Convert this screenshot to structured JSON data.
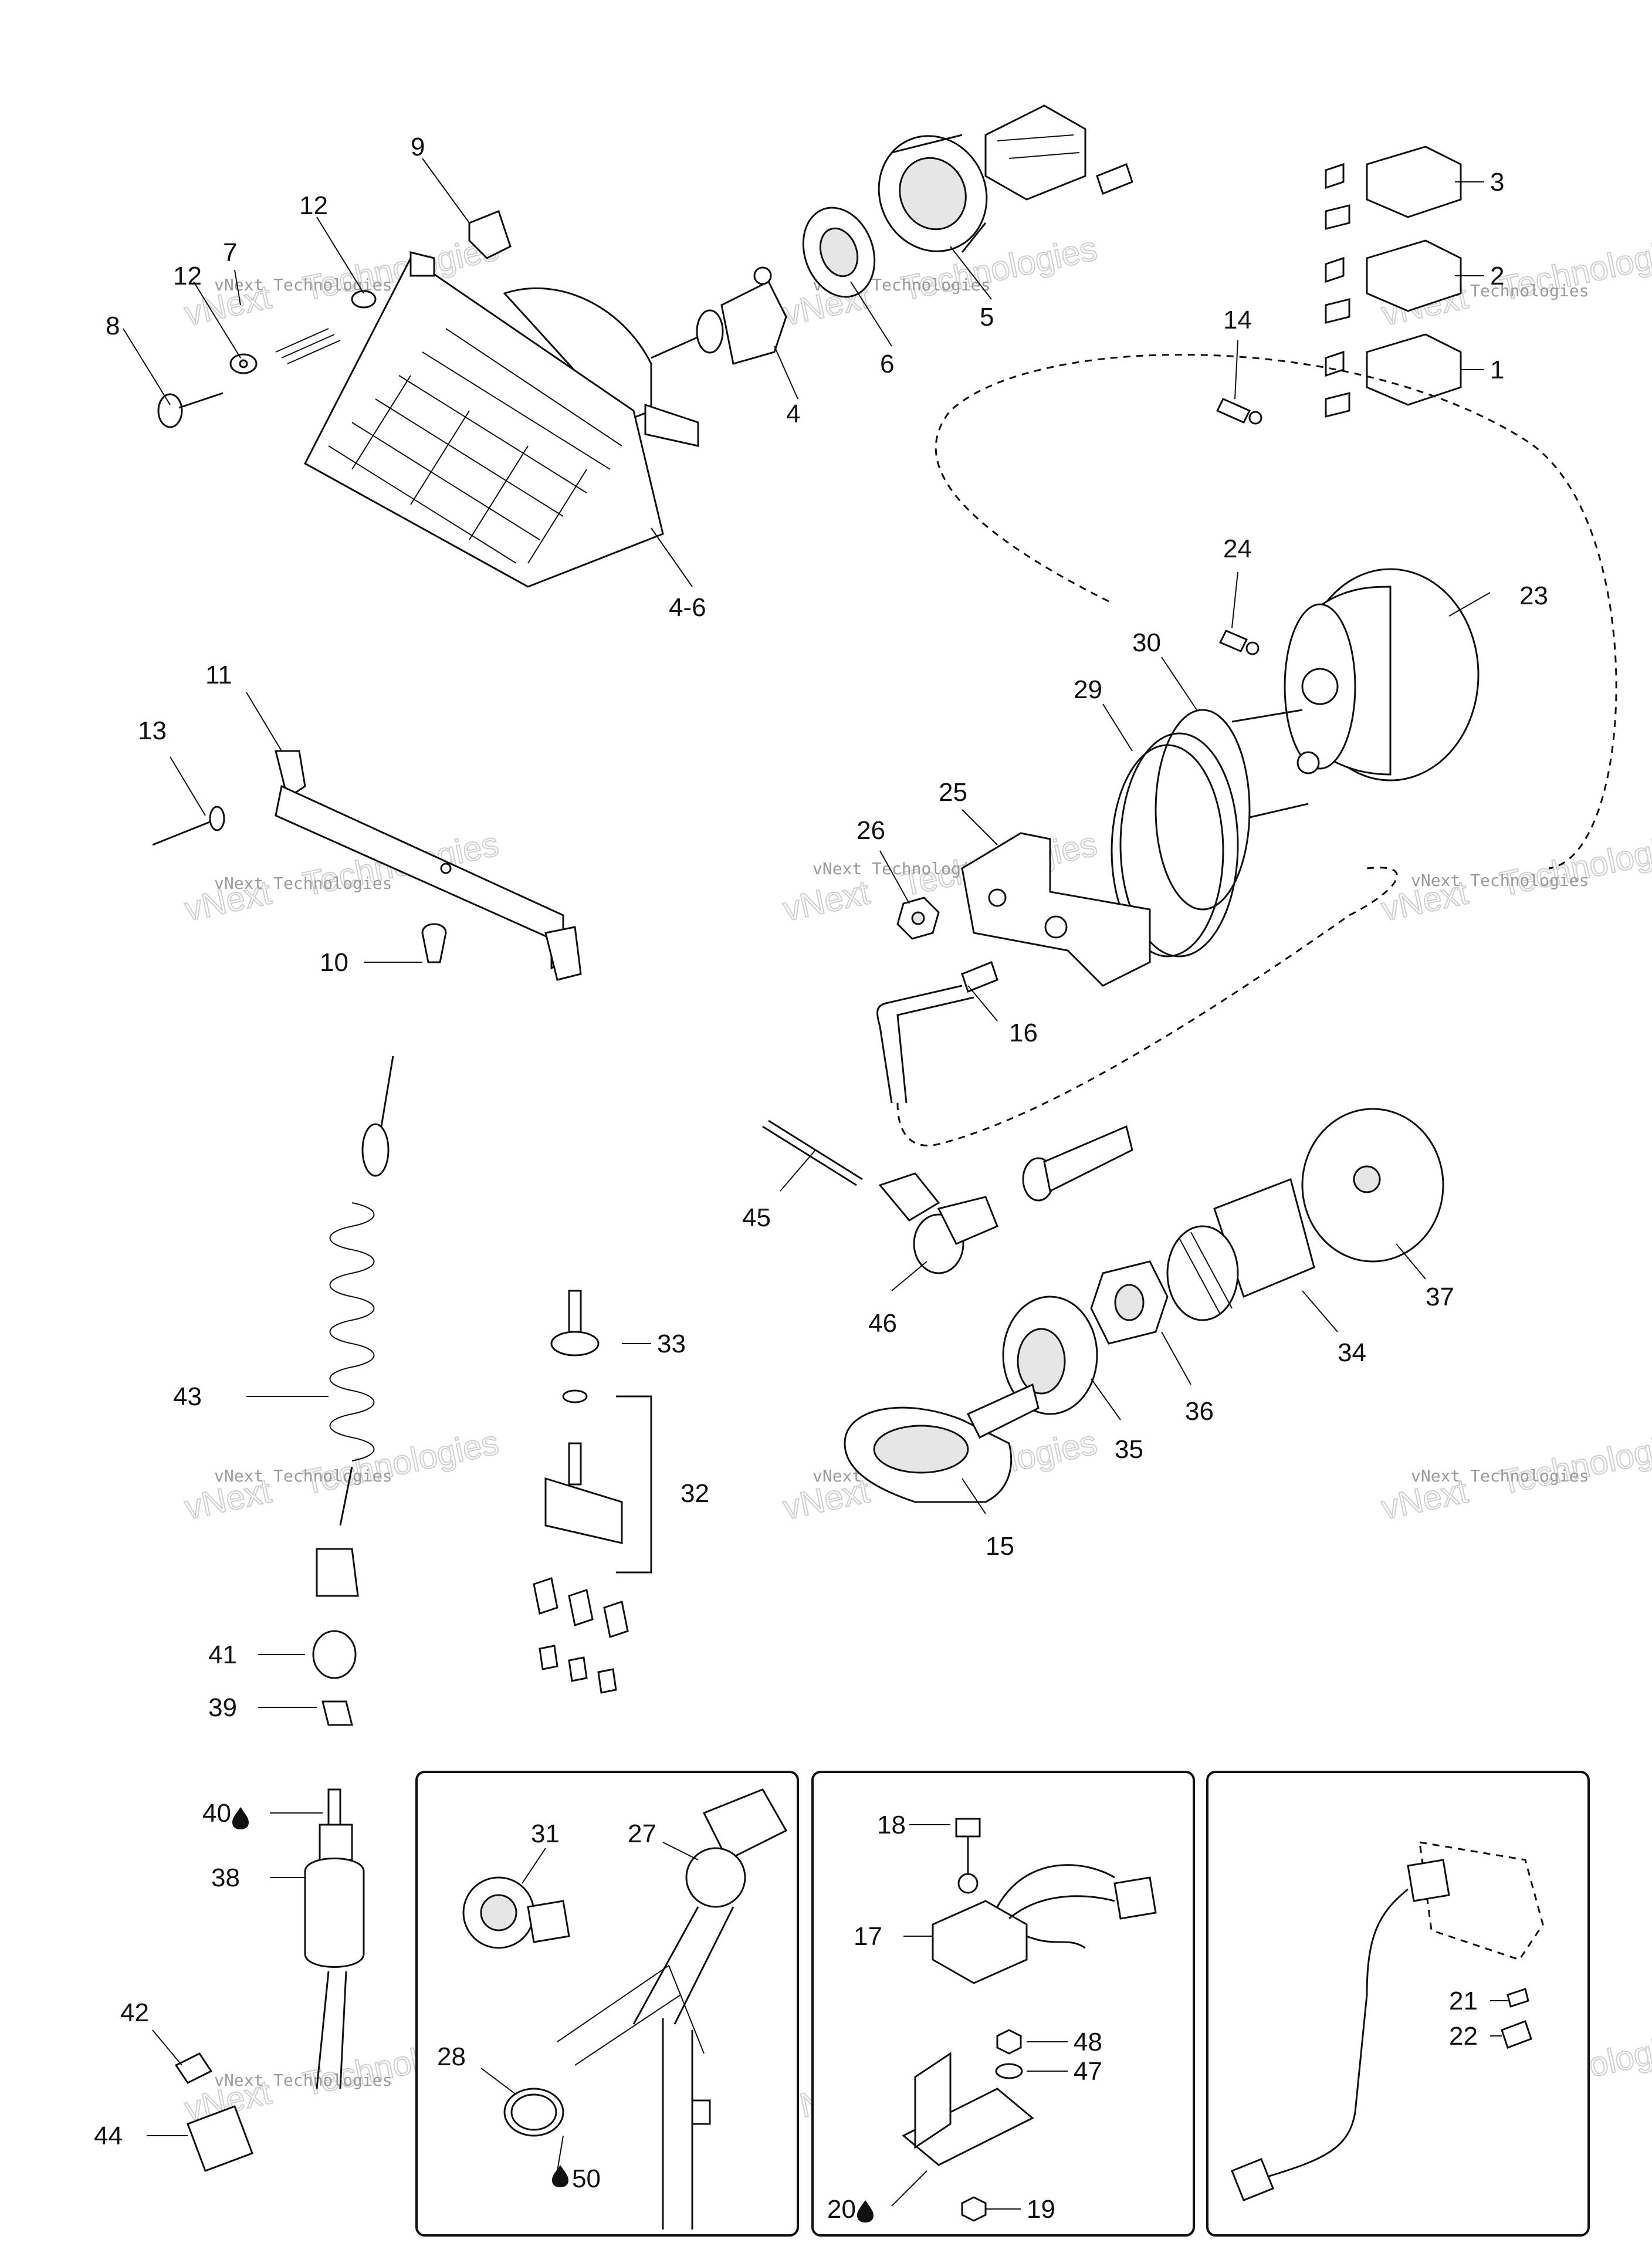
{
  "callouts": {
    "c1": "1",
    "c2": "2",
    "c3": "3",
    "c4": "4",
    "c4_6": "4-6",
    "c5": "5",
    "c6": "6",
    "c7": "7",
    "c8": "8",
    "c9": "9",
    "c10": "10",
    "c11": "11",
    "c12a": "12",
    "c12b": "12",
    "c13": "13",
    "c14": "14",
    "c15": "15",
    "c16": "16",
    "c17": "17",
    "c18": "18",
    "c19": "19",
    "c20": "20",
    "c21": "21",
    "c22": "22",
    "c23": "23",
    "c24": "24",
    "c25": "25",
    "c26": "26",
    "c27": "27",
    "c28": "28",
    "c29": "29",
    "c30": "30",
    "c31": "31",
    "c32": "32",
    "c33": "33",
    "c34": "34",
    "c35": "35",
    "c36": "36",
    "c37": "37",
    "c38": "38",
    "c39": "39",
    "c40": "40",
    "c41": "41",
    "c42": "42",
    "c43": "43",
    "c44": "44",
    "c45": "45",
    "c46": "46",
    "c47": "47",
    "c48": "48",
    "c50": "50"
  },
  "watermark": {
    "line1": "vNext Technologies",
    "line2": "vNext Technologies"
  },
  "icons": {
    "lubricant": "drop-icon"
  }
}
